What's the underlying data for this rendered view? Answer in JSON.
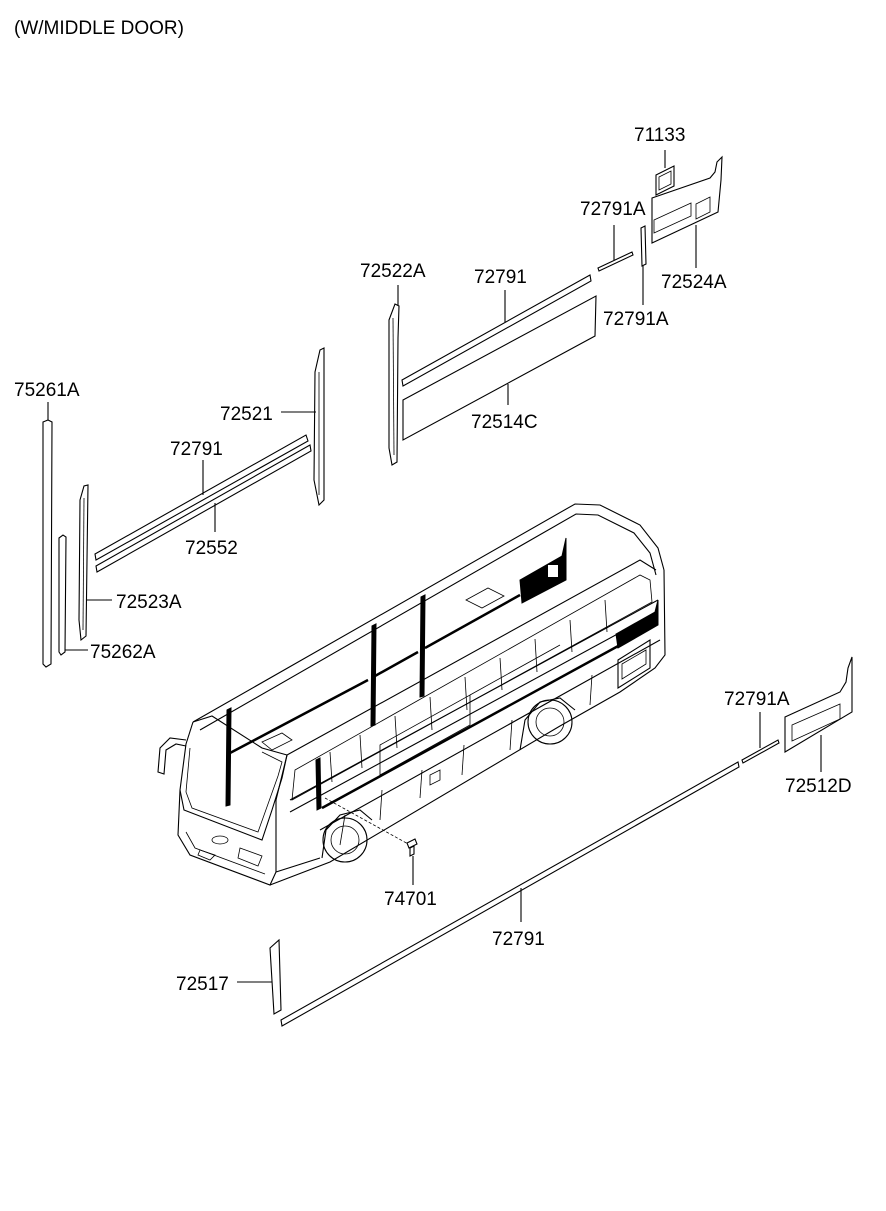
{
  "title": "(W/MIDDLE DOOR)",
  "labels": {
    "p71133": "71133",
    "p72791A_top": "72791A",
    "p72524A": "72524A",
    "p72791A_mid": "72791A",
    "p72522A": "72522A",
    "p72791_upper": "72791",
    "p72514C": "72514C",
    "p75261A": "75261A",
    "p72521": "72521",
    "p72791_left": "72791",
    "p72552": "72552",
    "p72523A": "72523A",
    "p75262A": "75262A",
    "p72791A_right": "72791A",
    "p72512D": "72512D",
    "p74701": "74701",
    "p72791_lower": "72791",
    "p72517": "72517"
  }
}
